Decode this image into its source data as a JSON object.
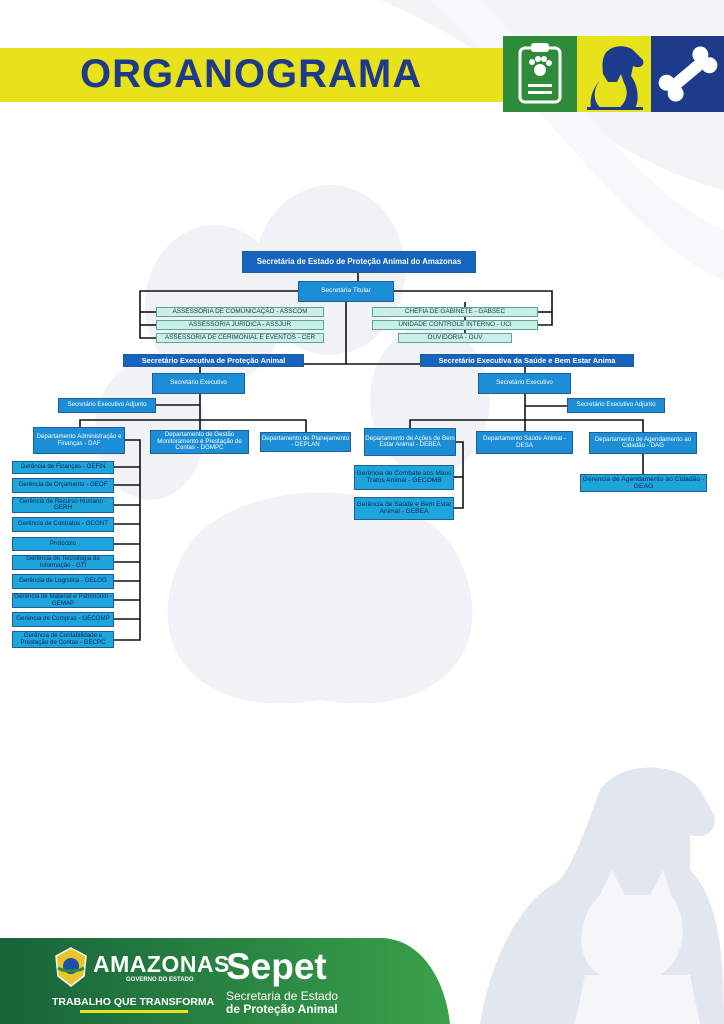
{
  "header": {
    "title": "ORGANOGRAMA",
    "colors": {
      "yellow": "#e8e21a",
      "navy": "#1e3a8a",
      "green": "#2e8b3a"
    }
  },
  "org": {
    "root": "Secretária de Estado de Proteção Animal do Amazonas",
    "titular": "Secretária Titular",
    "advisors_left": [
      "ASSESSORIA DE COMUNICAÇÃO - ASSCOM",
      "ASSESSORIA JURÍDICA - ASSJUR",
      "ASSESSORIA DE CERIMONIAL E EVENTOS - CER"
    ],
    "advisors_right": [
      "CHEFIA DE GABINETE - GABSEC",
      "UNIDADE CONTROLE INTERNO - UCI",
      "OUVIDORIA - OUV"
    ],
    "branch_left": {
      "title": "Secretário Executiva de Proteção Animal",
      "executivo": "Secretário Executivo",
      "adjunto": "Secretário Executivo Adjunto",
      "departments": [
        "Departamento Administração e Finanças - DAF",
        "Departamento de Gestão Monitoramento e Prestação de Contas - DGMPC",
        "Departamento de Planejamento - DEPLAN"
      ],
      "daf_units": [
        "Gerência de Finanças - GEFIN",
        "Gerência de Orçamento - GEOF",
        "Gerência de Recurso Humano - GERH",
        "Gerência de Contratos - GCONT",
        "Protocolo",
        "Gerência de Tecnologia da Informação - GTI",
        "Gerência de Logística - GELOG",
        "Gerência de Material e Patrimônio - GEMAP",
        "Gerência de Compras - GECOMP",
        "Gerência de Contabilidade e Prestação de Contas - GECPC"
      ]
    },
    "branch_right": {
      "title": "Secretário Executiva da Saúde e Bem Estar Anima",
      "executivo": "Secretário Executivo",
      "adjunto": "Secretário Executivo Adjunto",
      "departments": [
        "Departamento de Ações de Bem Estar Animal - DEBEA",
        "Departamento Saúde Animal - DESA",
        "Departamento de Agendamento ao Cidadão - DAG"
      ],
      "debea_units": [
        "Gerência de Combate aos Maus Tratos Animal - GECOMB",
        "Gerência de Saúde e Bem Estar Animal - GEBEA"
      ],
      "dag_units": [
        "Gerencia de Agendamento ao Cidadão - GEAG"
      ]
    }
  },
  "footer": {
    "state": "AMAZONAS",
    "state_sub": "GOVERNO DO ESTADO",
    "slogan": "TRABALHO QUE TRANSFORMA",
    "brand": "Sepet",
    "brand_line1": "Secretaria de Estado",
    "brand_line2": "de Proteção Animal"
  }
}
